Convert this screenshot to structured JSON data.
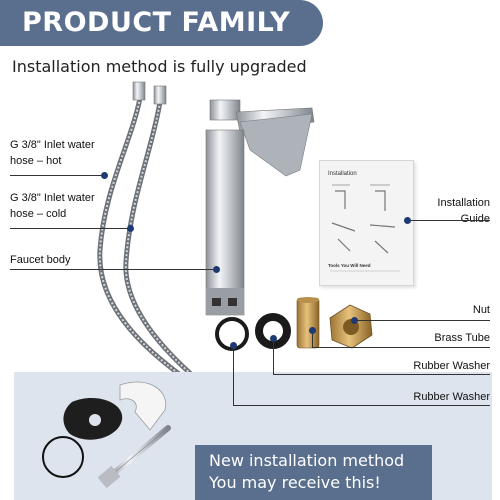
{
  "banner": {
    "title": "PRODUCT FAMILY"
  },
  "subtitle": "Installation method is fully upgraded",
  "labels": {
    "hot_hose_line1": "G 3/8\" Inlet water",
    "hot_hose_line2": "hose – hot",
    "cold_hose_line1": "G 3/8\" Inlet water",
    "cold_hose_line2": "hose – cold",
    "faucet_body": "Faucet body",
    "installation_guide_line1": "Installation",
    "installation_guide_line2": "Guide",
    "nut": "Nut",
    "brass_tube": "Brass Tube",
    "rubber_washer_1": "Rubber Washer",
    "rubber_washer_2": "Rubber Washer"
  },
  "manual": {
    "title": "Installation",
    "tools": "Tools You Will Need"
  },
  "callout": {
    "line1": "New installation method",
    "line2": "You may receive this!"
  },
  "colors": {
    "banner": "#5a6f8e",
    "dot": "#1d3b72",
    "panel": "#dde4ee",
    "chrome": "#c9ccd1"
  }
}
